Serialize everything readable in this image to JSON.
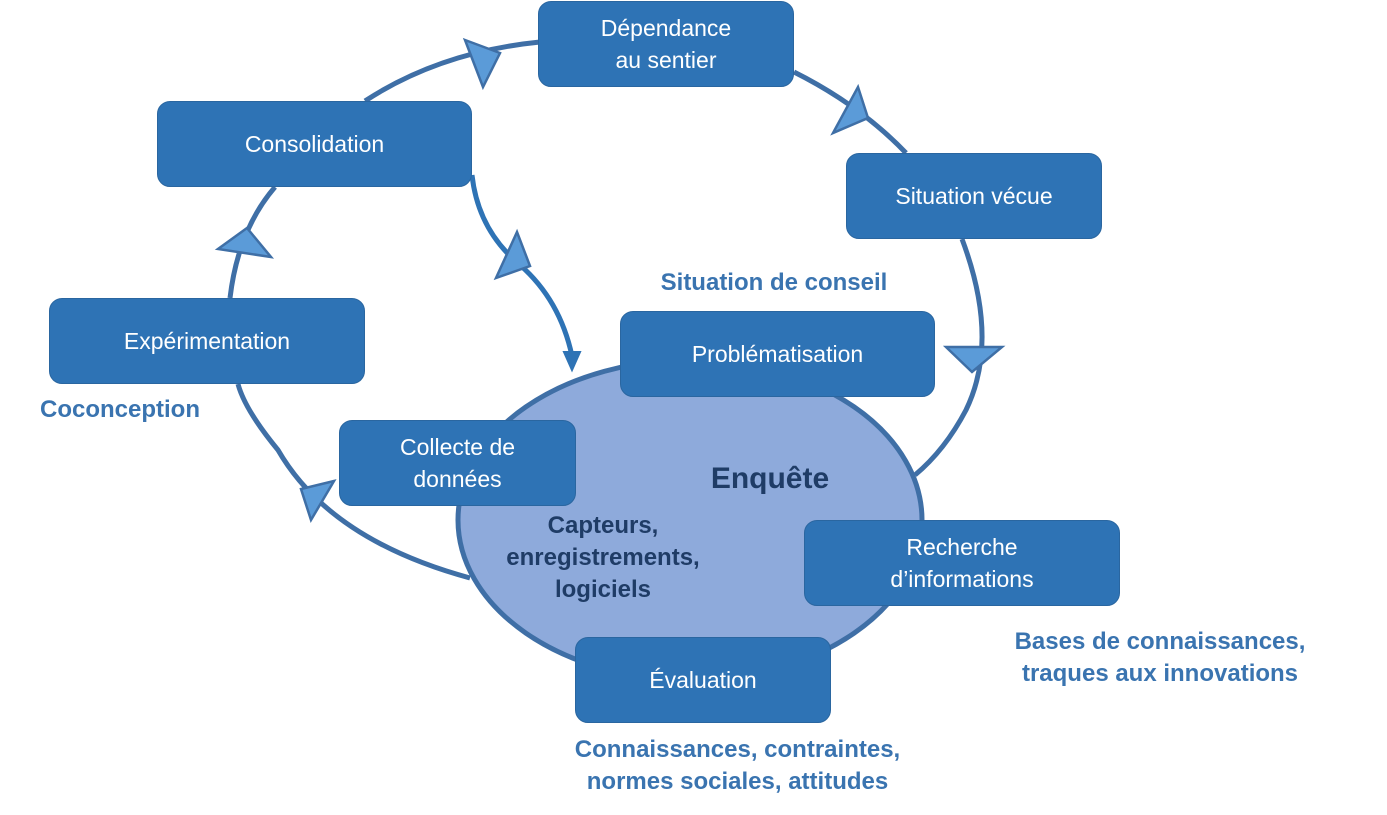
{
  "diagram": {
    "cycle_steps": [
      {
        "id": "dependance",
        "label": "Dépendance\nau sentier"
      },
      {
        "id": "situation",
        "label": "Situation vécue"
      },
      {
        "id": "consolidation",
        "label": "Consolidation"
      },
      {
        "id": "experimentation",
        "label": "Expérimentation"
      }
    ],
    "inquiry_steps": [
      {
        "id": "problematisation",
        "label": "Problématisation"
      },
      {
        "id": "collecte",
        "label": "Collecte de\ndonnées"
      },
      {
        "id": "recherche",
        "label": "Recherche\nd’informations"
      },
      {
        "id": "evaluation",
        "label": "Évaluation"
      }
    ],
    "center": {
      "title": "Enquête",
      "subtitle": "Capteurs,\nenregistrements,\nlogiciels"
    },
    "annotations": {
      "situation_de_conseil": "Situation de conseil",
      "coconception": "Coconception",
      "bases": "Bases de connaissances,\ntraques aux innovations",
      "connaissances": "Connaissances, contraintes,\nnormes sociales, attitudes"
    },
    "colors": {
      "box_fill": "#2e73b5",
      "line": "#3f6fa6",
      "arrow_fill": "#5b9bd8",
      "ellipse_fill": "#8eaadb",
      "annotation_text": "#3a74b0",
      "center_text": "#1f3c66"
    }
  }
}
